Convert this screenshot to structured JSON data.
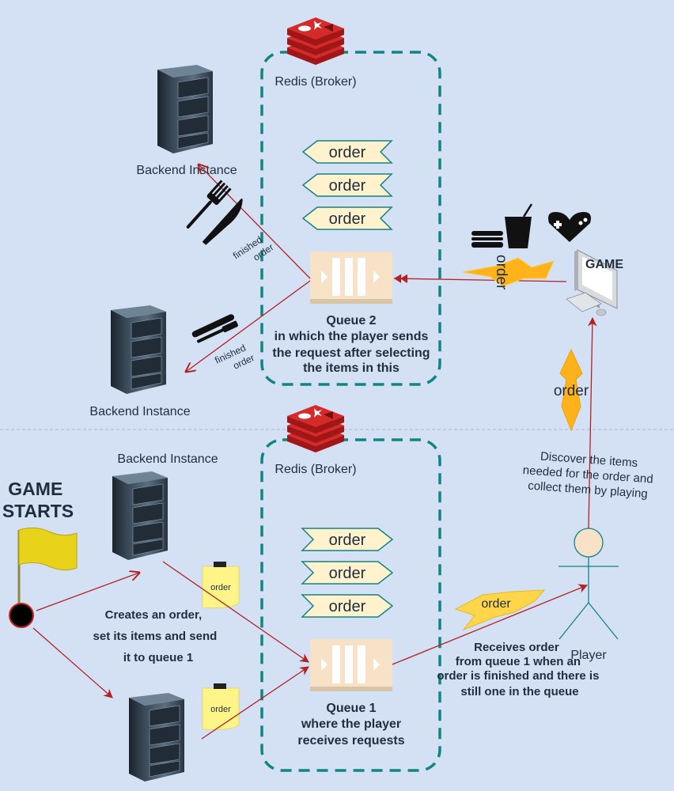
{
  "top": {
    "broker_label": "Redis (Broker)",
    "queue_title": "Queue 2",
    "queue_desc": [
      "in which the player sends",
      "the request after selecting",
      "the items in this"
    ],
    "backend_1": "Backend Instance",
    "backend_2": "Backend Instance",
    "messages": [
      "order",
      "order",
      "order"
    ],
    "finished_order_1": [
      "finished",
      "order"
    ],
    "finished_order_2": [
      "finished",
      "order"
    ],
    "game_label": "GAME",
    "order_bolt_label": "order",
    "order_up_label": "order"
  },
  "bottom": {
    "broker_label": "Redis (Broker)",
    "queue_title": "Queue 1",
    "queue_desc": [
      "where the player",
      "receives requests"
    ],
    "backend_1": "Backend Instance",
    "messages": [
      "order",
      "order",
      "order"
    ],
    "sticky_1": "order",
    "sticky_2": "order",
    "game_starts": [
      "GAME",
      "STARTS"
    ],
    "creates_order": [
      "Creates an order,",
      "set its items and send",
      "it to queue 1"
    ],
    "receives_order": [
      "Receives order",
      "from  queue 1 when an",
      "order is finished and there is",
      "still one in the queue"
    ],
    "discover_items": [
      "Discover the items",
      "needed for the order and",
      "collect them  by playing"
    ],
    "player_label": "Player",
    "order_bolt_label": "order"
  },
  "colors": {
    "background": "#d4e1f5",
    "dashed_border": "#138484",
    "arrow": "#b22222",
    "queue_fill": "#f7e2c7",
    "message_fill": "#fff2cc",
    "redis_red": "#c41f1f",
    "bolt_yellow": "#ffb21a",
    "sticky_yellow": "#fff488"
  }
}
